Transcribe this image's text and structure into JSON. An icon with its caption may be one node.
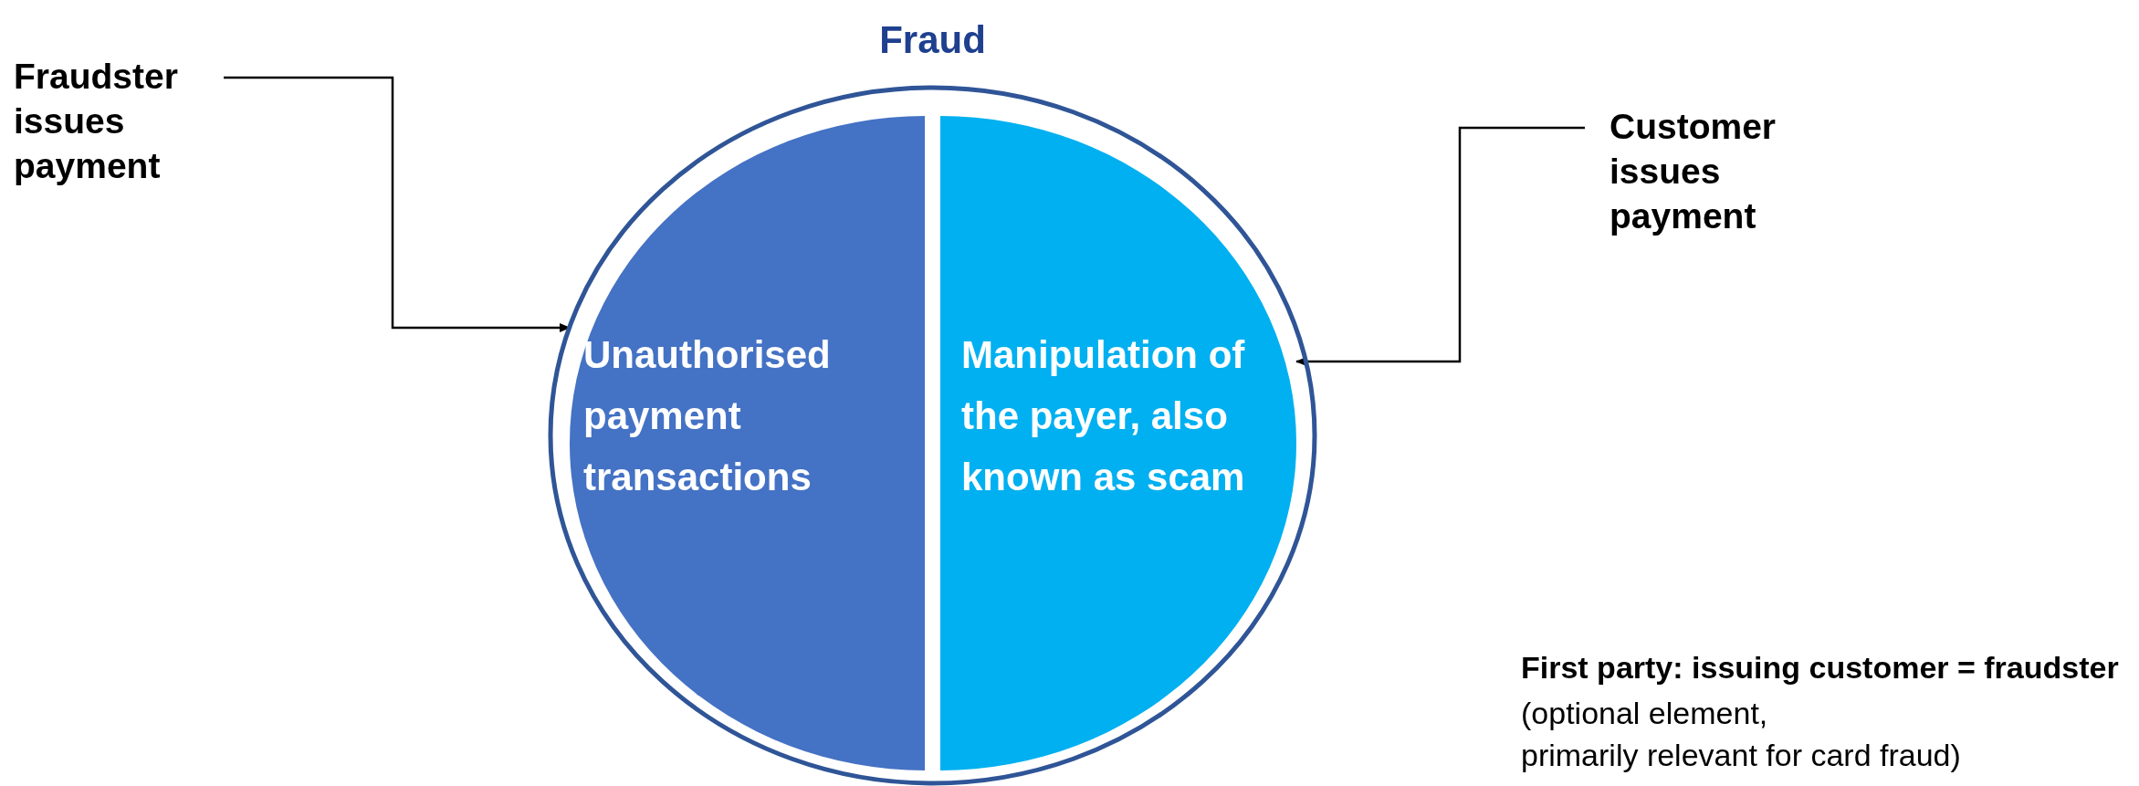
{
  "diagram": {
    "nodes": [
      {
        "text": [
          "Fraud"
        ]
      },
      {
        "text": [
          "Unauthorised payment transactions"
        ],
        "in": 0
      },
      {
        "text": [
          "Manipulation of the payer, also known as scam"
        ],
        "in": 0
      },
      {
        "text": [
          "Fraudster issues payment"
        ]
      },
      {
        "text": [
          "Customer issues payment"
        ]
      }
    ],
    "edges": [
      {
        "from": 3,
        "to": 1,
        "arrow": "to"
      },
      {
        "from": 4,
        "to": 2,
        "arrow": "to"
      }
    ],
    "labels": [
      "First party: issuing customer = fraudster",
      "(optional element,",
      "primarily relevant for card fraud)"
    ]
  }
}
